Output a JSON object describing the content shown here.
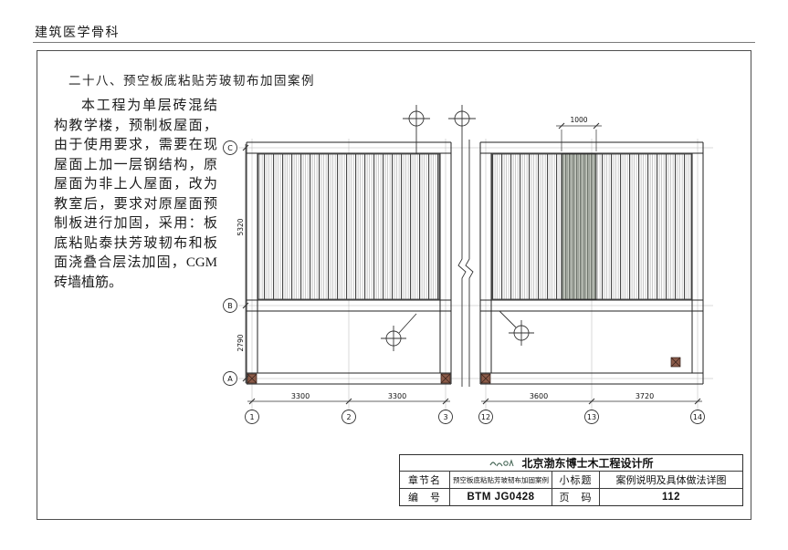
{
  "header": {
    "watermark": "建筑医学骨科"
  },
  "page": {
    "title": "二十八、预空板底粘贴芳玻韧布加固案例",
    "description": "本工程为单层砖混结构教学楼，预制板屋面，由于使用要求，需要在现屋面上加一层钢结构，原屋面为非上人屋面，改为教室后，要求对原屋面预制板进行加固，采用：板底粘贴泰扶芳玻韧布和板面浇叠合层法加固，CGM砖墙植筋。"
  },
  "drawing": {
    "row_labels": [
      "C",
      "B",
      "A"
    ],
    "col_labels_left": [
      "1",
      "2",
      "3"
    ],
    "col_labels_right": [
      "12",
      "13",
      "14"
    ],
    "dim_left_upper": "5320",
    "dim_left_lower": "2790",
    "dim_bottom": [
      "3300",
      "3300",
      "3600",
      "3720"
    ],
    "dim_top": "1000"
  },
  "colors": {
    "column_fill": "#8a5a48"
  },
  "title_block": {
    "company": "北京渤东博士木工程设计所",
    "rows": [
      {
        "label1": "章节名",
        "value1": "预空板底粘贴芳玻韧布加固案例",
        "label2": "小标题",
        "value2": "案例说明及具体做法详图"
      },
      {
        "label1": "编　号",
        "value1": "BTM JG0428",
        "label2": "页　码",
        "value2": "112"
      }
    ]
  }
}
